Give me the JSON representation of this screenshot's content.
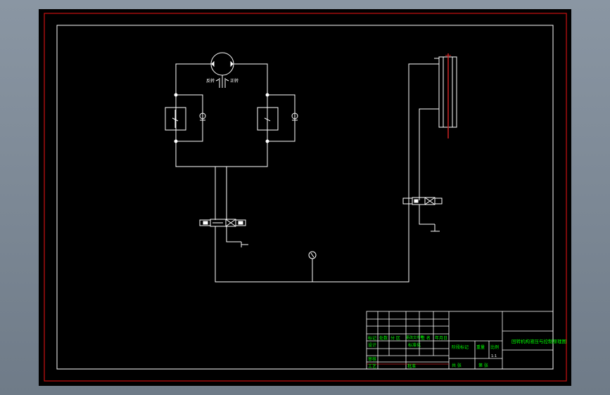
{
  "colors": {
    "frame_red": "#cc1111",
    "line_white": "#ffffff",
    "text_green": "#00ff00",
    "table_red": "#cc2222",
    "background": "#000000"
  },
  "motor": {
    "label_left": "反转",
    "label_right": "正转"
  },
  "title_block": {
    "drawing_title": "回转机构液压与控制原理图",
    "row1": [
      "标记",
      "处数",
      "分 区",
      "更改文件号",
      "签 名",
      "年月日"
    ],
    "row2_left": "设计",
    "row2_std": "标准化",
    "stage_mark": "阶段标记",
    "weight": "重量",
    "scale": "比例",
    "scale_value": "1:1",
    "row3_left": "审核",
    "row4_left": "工艺",
    "approve": "批准",
    "sheet_total": "共 张",
    "sheet_no": "第 张"
  }
}
